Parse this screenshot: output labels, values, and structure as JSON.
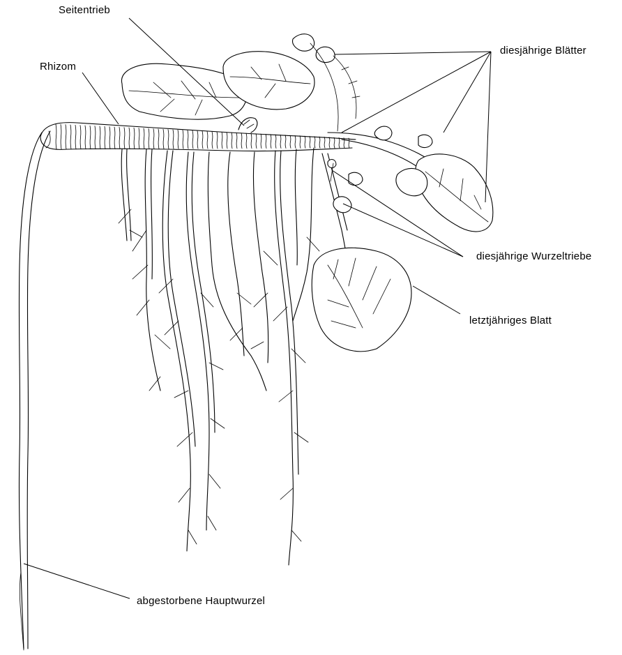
{
  "labels": {
    "seitentrieb": "Seitentrieb",
    "rhizom": "Rhizom",
    "diesjaehrige_blaetter": "diesjährige Blätter",
    "diesjaehrige_wurzeltriebe": "diesjährige Wurzeltriebe",
    "letztjaehriges_blatt": "letztjähriges Blatt",
    "abgestorbene_hauptwurzel": "abgestorbene Hauptwurzel"
  },
  "colors": {
    "ink": "#000000",
    "paper": "#ffffff"
  }
}
